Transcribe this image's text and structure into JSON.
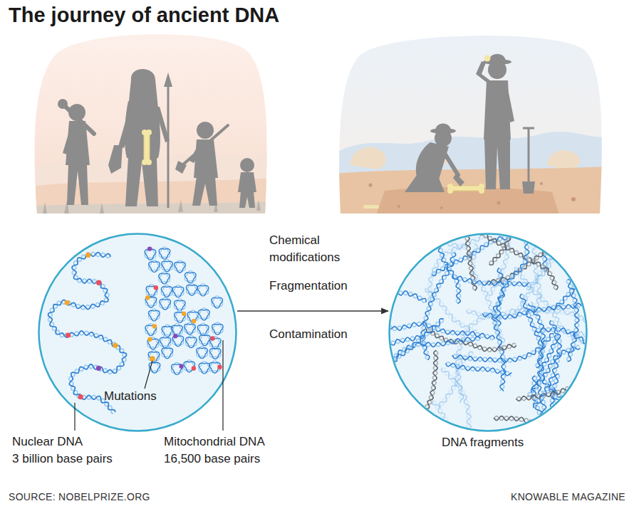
{
  "diagram": {
    "title": "The journey of ancient DNA",
    "nodes": [
      {
        "text": [
          "Mutations"
        ]
      },
      {
        "text": [
          "DNA fragments"
        ]
      }
    ],
    "edges": [
      {
        "from": 0,
        "to": 1,
        "arrow": "to"
      }
    ],
    "labels": [
      "Chemical modifications",
      "Fragmentation",
      "Contamination",
      "Nuclear DNA",
      "3 billion base pairs",
      "Mitochondrial DNA",
      "16,500 base pairs",
      "SOURCE: NOBELPRIZE.ORG",
      "KNOWABLE MAGAZINE"
    ]
  }
}
